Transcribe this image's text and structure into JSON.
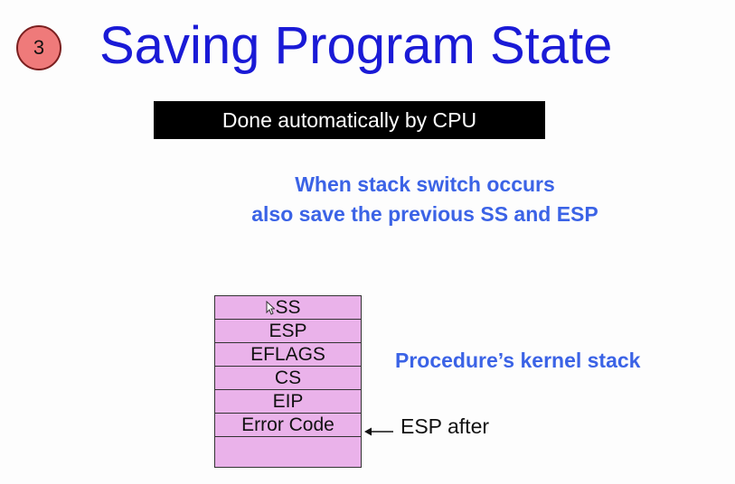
{
  "slide": {
    "badge_number": "3",
    "title": "Saving Program State",
    "cpu_note": "Done automatically by CPU",
    "stack_switch_note": [
      "When stack switch occurs",
      "also save the previous SS and ESP"
    ],
    "stack_rows": [
      "SS",
      "ESP",
      "EFLAGS",
      "CS",
      "EIP",
      "Error Code",
      ""
    ],
    "stack_caption": "Procedure’s kernel stack",
    "esp_label": "ESP after"
  },
  "colors": {
    "title": "#1a1ad6",
    "note": "#3b63e6",
    "stack_fill": "#eab2ea",
    "badge": "#ef7a7a"
  }
}
